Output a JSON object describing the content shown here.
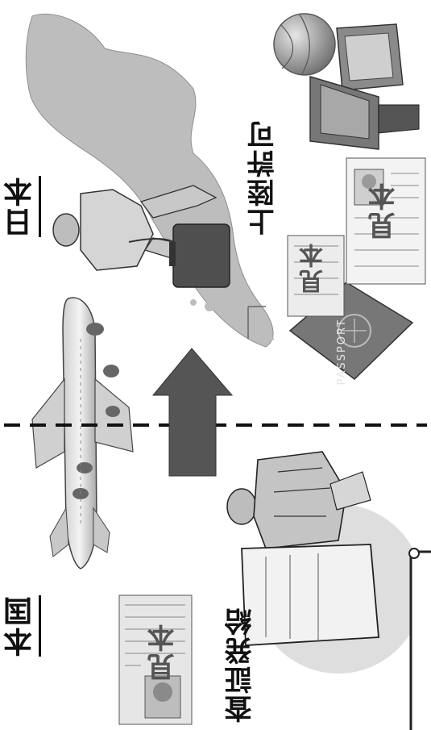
{
  "labels": {
    "home_country": "本国",
    "japan": "日本",
    "visa_issuance": "査証発給",
    "landing_permission": "上陸許可"
  },
  "stamps": {
    "sample": "見本",
    "passport": "PASSPORT"
  },
  "colors": {
    "arrow": "#555555",
    "divider": "#111111",
    "map_fill": "#bdbdbd"
  }
}
